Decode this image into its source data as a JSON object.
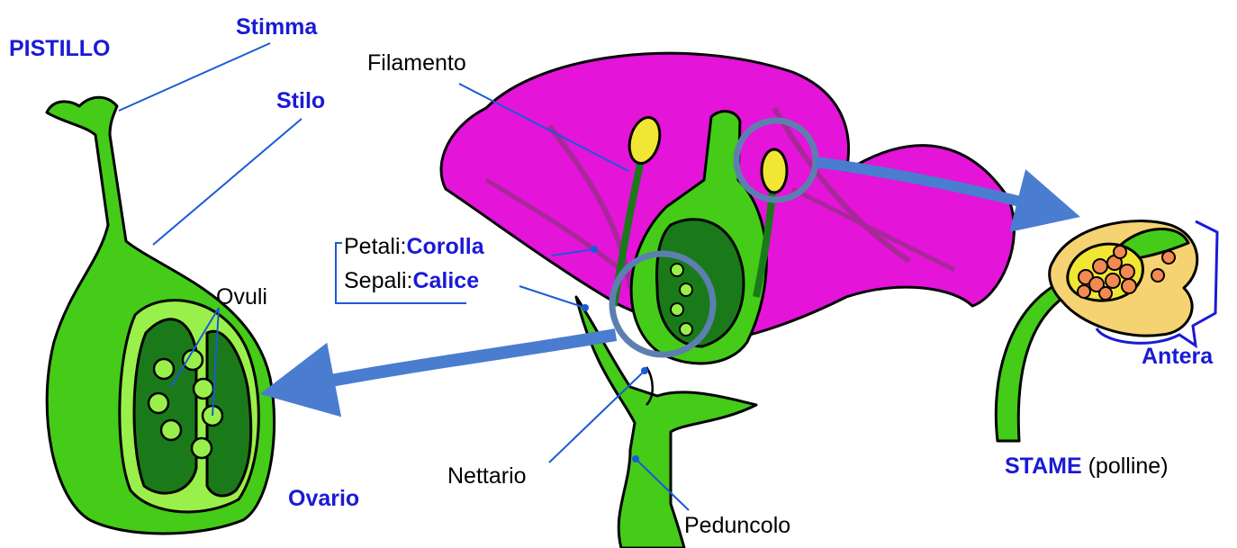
{
  "labels": {
    "pistillo": "PISTILLO",
    "stimma": "Stimma",
    "stilo": "Stilo",
    "ovuli": "Ovuli",
    "ovario": "Ovario",
    "filamento": "Filamento",
    "petali": "Petali:",
    "corolla": "Corolla",
    "sepali": "Sepali:",
    "calice": "Calice",
    "nettario": "Nettario",
    "peduncolo": "Peduncolo",
    "antera": "Antera",
    "stame": "STAME",
    "polline": "(polline)"
  },
  "colors": {
    "petal": "#e414d8",
    "petal_shade": "#a8289a",
    "green": "#44cc18",
    "dark_green": "#1a7a1a",
    "light_green": "#9af04a",
    "anther_yellow": "#f2e634",
    "anther_orange": "#f5d272",
    "pollen": "#f28a52",
    "label_blue": "#1a1ad6",
    "arrow_blue": "#4a7cd0",
    "lens_ring": "#5d7fb0"
  }
}
